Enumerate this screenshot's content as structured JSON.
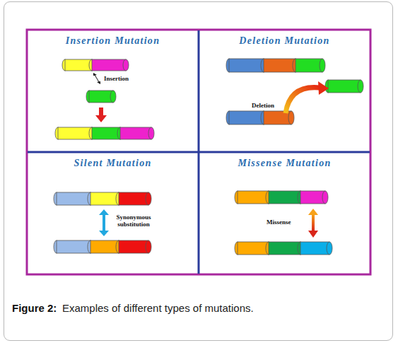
{
  "diagram": {
    "caption": "Examples of different types of mutations.",
    "nodes": [
      {
        "text": [
          "Insertion Mutation"
        ]
      },
      {
        "text": [
          "Deletion Mutation"
        ]
      },
      {
        "text": [
          "Silent Mutation"
        ]
      },
      {
        "text": [
          "Missense Mutation"
        ]
      }
    ],
    "labels": [
      "Insertion",
      "Deletion",
      "Synonymous substitution",
      "Missense",
      "Figure 2:"
    ]
  }
}
